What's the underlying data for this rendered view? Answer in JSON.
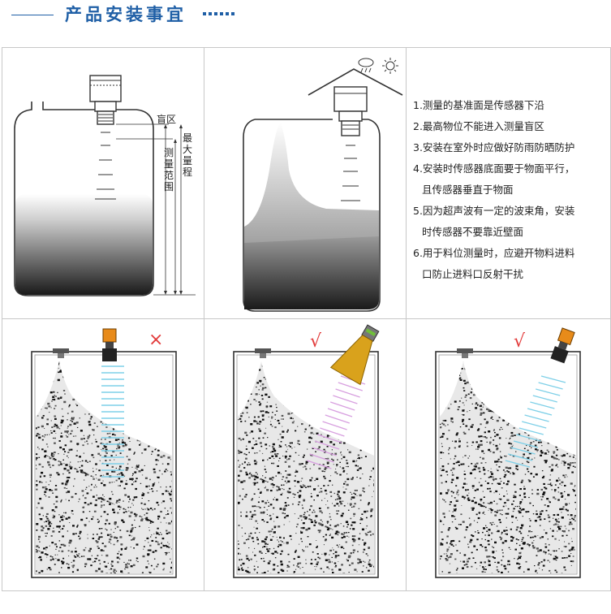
{
  "header": {
    "title": "产品安装事宜"
  },
  "diagram1": {
    "blind_zone_label": "盲区",
    "max_range_label": [
      "最",
      "大",
      "量",
      "程"
    ],
    "measure_range_label": [
      "测",
      "量",
      "范",
      "围"
    ]
  },
  "notes": [
    {
      "lines": [
        "1.测量的基准面是传感器下沿"
      ]
    },
    {
      "lines": [
        "2.最高物位不能进入测量盲区"
      ]
    },
    {
      "lines": [
        "3.安装在室外时应做好防雨防晒防护"
      ]
    },
    {
      "lines": [
        "4.安装时传感器底面要于物面平行，",
        "且传感器垂直于物面"
      ]
    },
    {
      "lines": [
        "5.因为超声波有一定的波束角，安装",
        "时传感器不要靠近壁面"
      ]
    },
    {
      "lines": [
        "6.用于料位测量时，应避开物料进料",
        "口防止进料口反射干扰"
      ]
    }
  ],
  "install_marks": {
    "wrong": "×",
    "correct_1": "√",
    "correct_2": "√"
  },
  "colors": {
    "brand_blue": "#1f5fa6",
    "wrong_red": "#e23b3b",
    "correct_red": "#e23b3b",
    "sensor_orange": "#e88b1a",
    "beam_blue": "#7fd0e8",
    "beam_purple": "#d8a0e0",
    "horn_gold": "#d9a21c"
  }
}
